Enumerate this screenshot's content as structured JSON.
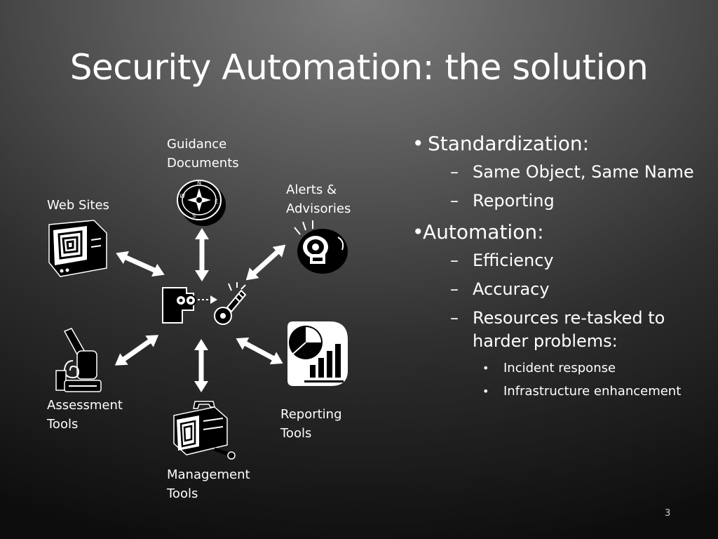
{
  "slide": {
    "title": "Security Automation: the solution",
    "page_number": "3"
  },
  "diagram": {
    "labels": {
      "guidance": [
        "Guidance",
        "Documents"
      ],
      "alerts": [
        "Alerts &",
        "Advisories"
      ],
      "websites": [
        "Web Sites"
      ],
      "assessment": [
        "Assessment",
        "Tools"
      ],
      "reporting": [
        "Reporting",
        "Tools"
      ],
      "management": [
        "Management",
        "Tools"
      ]
    },
    "icons": [
      "compass-icon",
      "alarm-bell-icon",
      "monitor-icon",
      "microscope-icon",
      "report-chart-icon",
      "toolbox-icon",
      "agent-key-icon"
    ]
  },
  "bullets": [
    {
      "text": "Standardization:",
      "marker": "•",
      "sub": [
        {
          "text": "Same Object, Same Name",
          "marker": "–"
        },
        {
          "text": "Reporting",
          "marker": "–"
        }
      ]
    },
    {
      "text": "Automation:",
      "marker": "•",
      "sub": [
        {
          "text": "Efficiency",
          "marker": "–"
        },
        {
          "text": "Accuracy",
          "marker": "–"
        },
        {
          "text": "Resources re-tasked to harder problems:",
          "marker": "–",
          "sub": [
            {
              "text": "Incident response",
              "marker": "•"
            },
            {
              "text": "Infrastructure enhancement",
              "marker": "•"
            }
          ]
        }
      ]
    }
  ],
  "colors": {
    "text": "#ffffff",
    "icon": "#000000",
    "arrow": "#ffffff"
  }
}
